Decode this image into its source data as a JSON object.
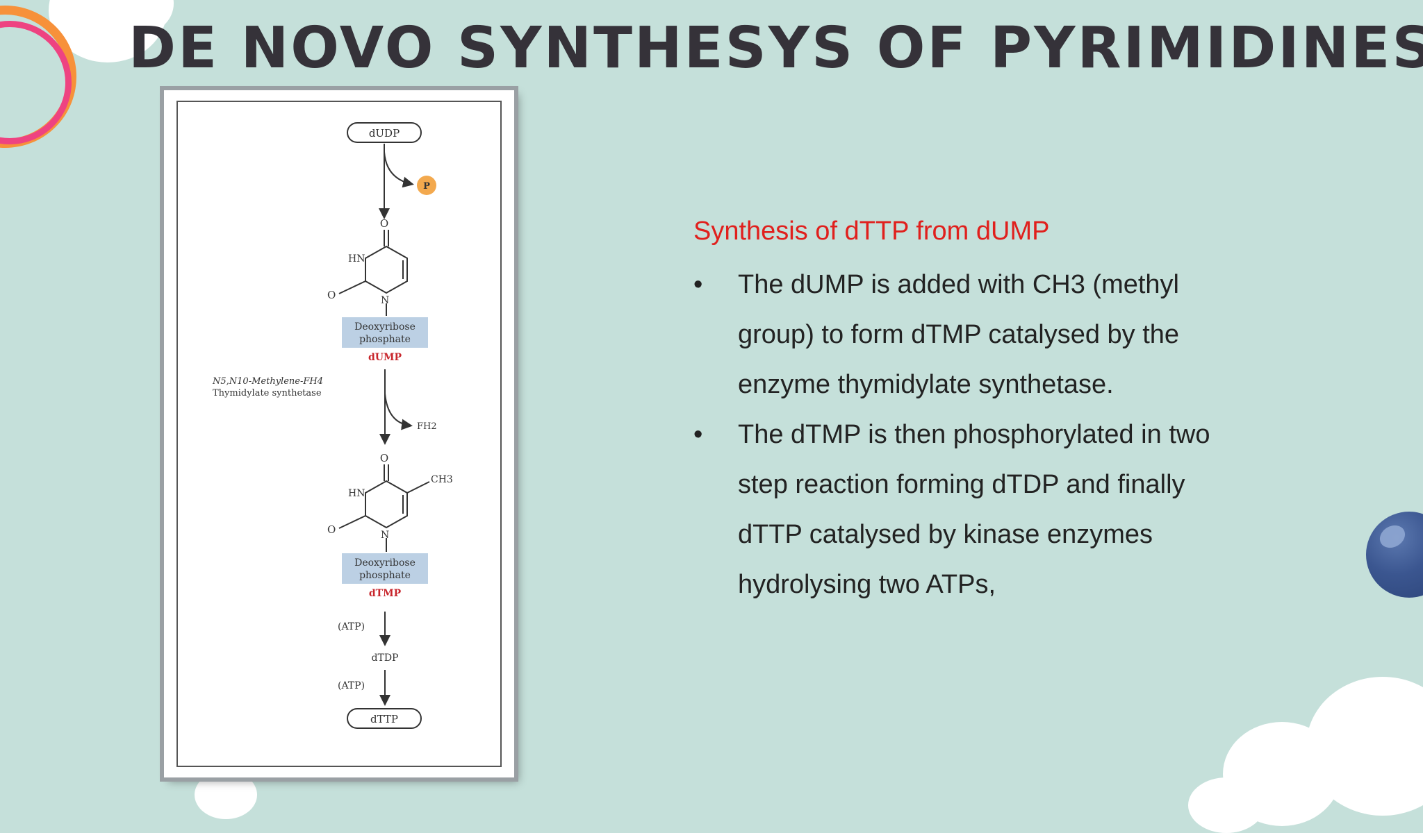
{
  "slide": {
    "title": "DE NOVO SYNTHESYS OF PYRIMIDINES",
    "colors": {
      "background": "#c5e0da",
      "accent_red": "#e0201d",
      "title": "#353239"
    }
  },
  "figure": {
    "top_label": "dUDP",
    "phosphate_label": "P",
    "o_top_1": "O",
    "hn_1": "HN",
    "o_left_1": "O",
    "n_1": "N",
    "sugar_1": [
      "Deoxyribose",
      "phosphate"
    ],
    "compound_1": "dUMP",
    "cofactor": "N5,N10-Methylene-FH4",
    "enzyme": "Thymidylate synthetase",
    "fh2_label": "FH2",
    "o_top_2": "O",
    "ch3_label": "CH3",
    "hn_2": "HN",
    "o_left_2": "O",
    "n_2": "N",
    "sugar_2": [
      "Deoxyribose",
      "phosphate"
    ],
    "compound_2": "dTMP",
    "atp_1": "(ATP)",
    "dtdp": "dTDP",
    "atp_2": "(ATP)",
    "bottom_label": "dTTP"
  },
  "content": {
    "subtitle": "Synthesis of dTTP from dUMP",
    "bullet_symbol": "•",
    "bullets": [
      "The dUMP is added with CH3 (methyl group) to form dTMP catalysed by the enzyme thymidylate synthetase.",
      "The dTMP is then phosphorylated in two step reaction forming dTDP and finally dTTP catalysed by kinase enzymes hydrolysing two ATPs,"
    ]
  }
}
